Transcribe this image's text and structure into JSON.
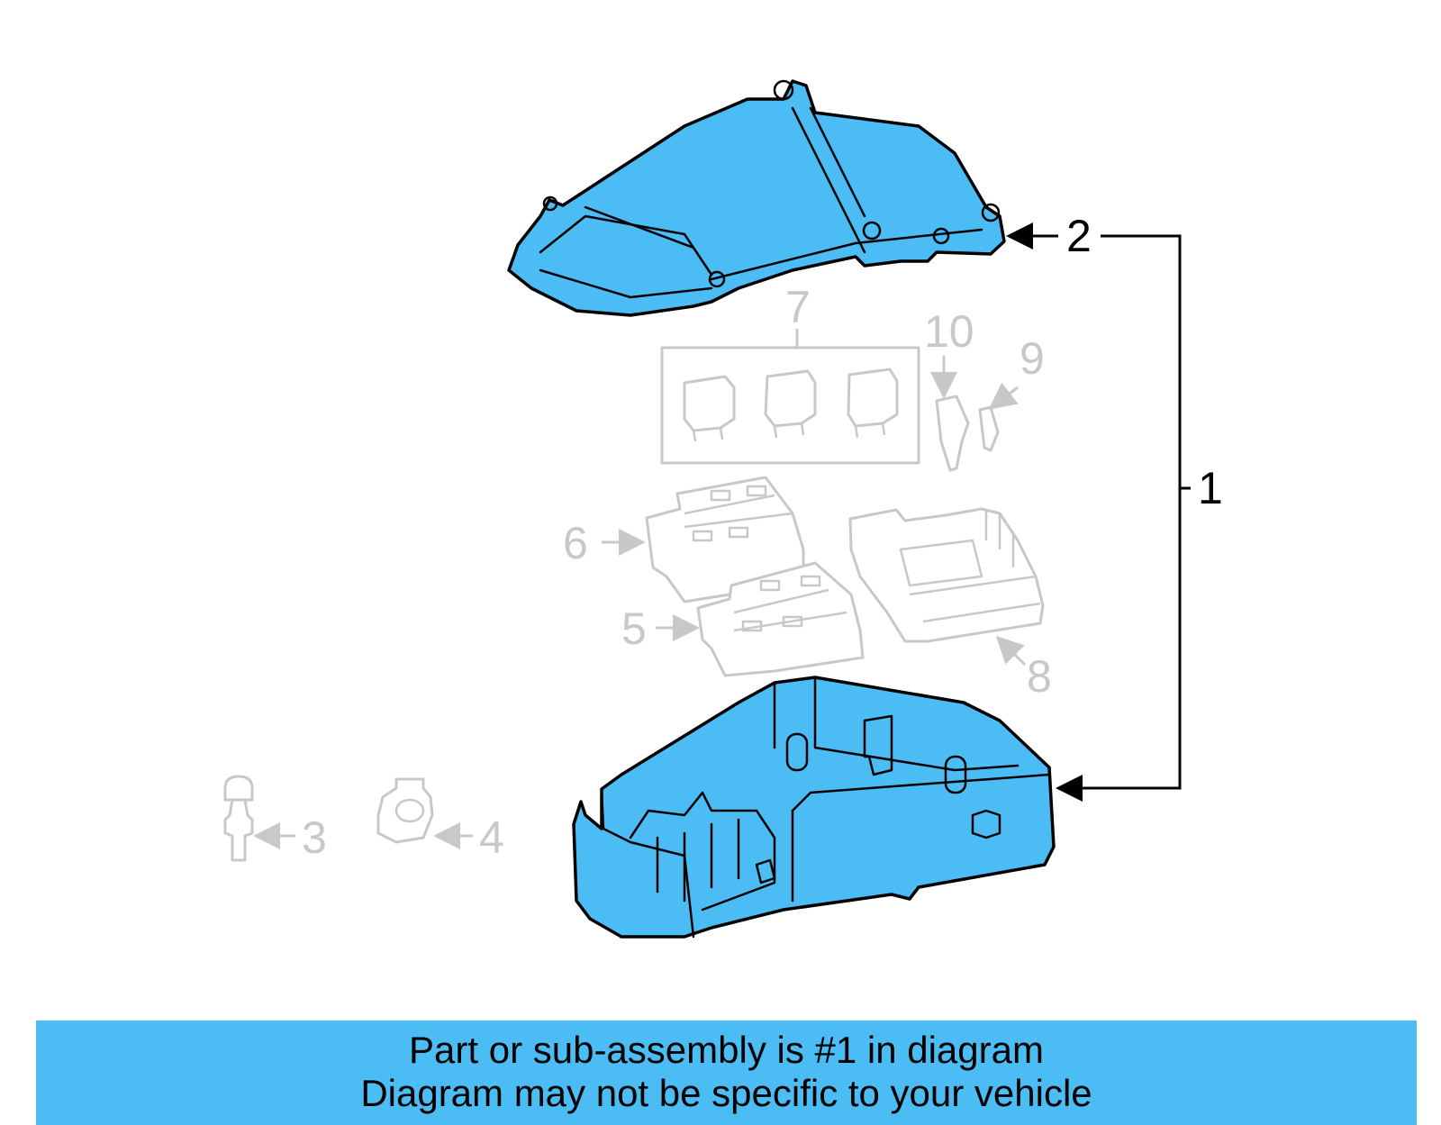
{
  "diagram": {
    "colors": {
      "highlight": "#4cbcf4",
      "ghost": "#c8c8c8",
      "outline": "#000000"
    },
    "callouts": {
      "c1": "1",
      "c2": "2",
      "c3": "3",
      "c4": "4",
      "c5": "5",
      "c6": "6",
      "c7": "7",
      "c8": "8",
      "c9": "9",
      "c10": "10"
    }
  },
  "banner": {
    "line1": "Part or sub-assembly is #1 in diagram",
    "line2": "Diagram may not be specific to your vehicle"
  }
}
